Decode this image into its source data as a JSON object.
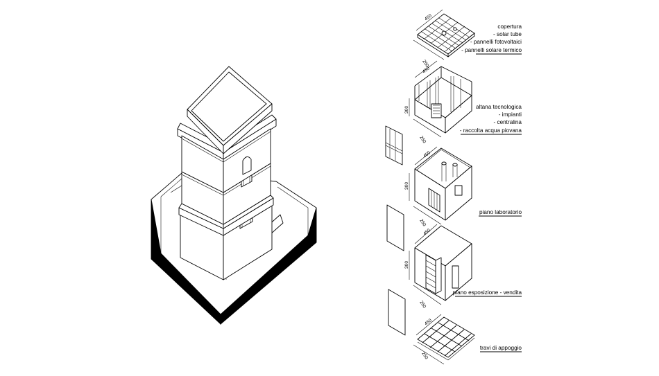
{
  "legend": [
    {
      "title": "copertura",
      "items": [
        "- solar tube",
        "- pannelli fotovoltaici",
        "- pannelli solare termico"
      ]
    },
    {
      "title": "altana tecnologica",
      "items": [
        "- impianti",
        "- centralina",
        "- raccolta acqua piovana"
      ]
    },
    {
      "title": "piano laboratorio",
      "items": []
    },
    {
      "title": "piano esposizione - vendita",
      "items": []
    },
    {
      "title": "travi di appoggio",
      "items": []
    }
  ],
  "dimensions": {
    "width": "450",
    "depth": "250",
    "height": "300"
  }
}
